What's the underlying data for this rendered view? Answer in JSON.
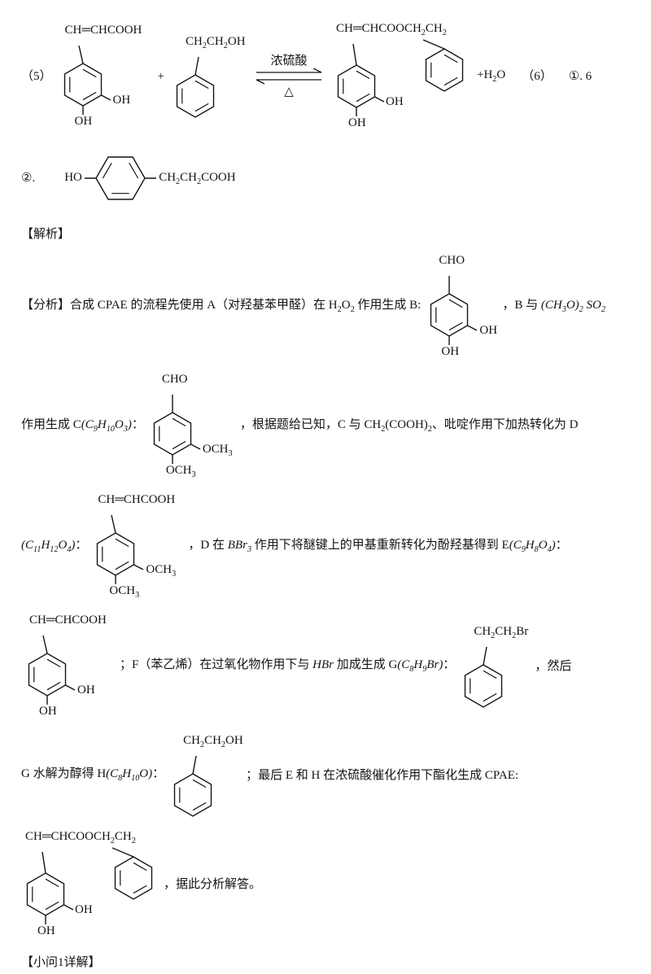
{
  "reaction": {
    "step_label": "（5）",
    "plus": "+",
    "catalyst": "浓硫酸",
    "delta": "△",
    "byproduct": "+H~2~O",
    "score_label": "（6）",
    "answer1": "①. 6",
    "answer2_label": "②."
  },
  "sections": {
    "jiexi": "【解析】",
    "xiaowen1": "【小问1详解】"
  },
  "analysis": {
    "p1a": "【分析】合成 CPAE 的流程先使用 A（对羟基苯甲醛）在 H~2~O~2~ 作用生成 B:",
    "p1b": "，B 与 *(CH~3~O)~2~ SO~2~*",
    "p2a": "作用生成 C*(C~9~H~10~O~3~)*：",
    "p2b": "，根据题给已知，C 与 CH~2~(COOH)~2~、吡啶作用下加热转化为 D",
    "p3a": "*(C~11~H~12~O~4~)*：",
    "p3b": "，D 在 *BBr~3~* 作用下将醚键上的甲基重新转化为酚羟基得到 E*(C~9~H~8~O~4~)*：",
    "p4a": "；F（苯乙烯）在过氧化物作用下与 *HBr* 加成生成 G*(C~8~H~9~Br)*：",
    "p4b": "，然后",
    "p5a": "G 水解为醇得 H*(C~8~H~10~O)*：",
    "p5b": "；最后 E 和 H 在浓硫酸催化作用下酯化生成 CPAE:",
    "p6b": "，据此分析解答。"
  },
  "structures": {
    "caffeic_acid": {
      "chain": "CH═CHCOOH",
      "oh_right": "OH",
      "oh_bottom": "OH"
    },
    "phenethyl_alcohol": {
      "chain": "CH~2~CH~2~OH"
    },
    "cpae_ester": {
      "chain": "CH═CHCOOCH~2~CH~2~",
      "oh_right": "OH",
      "oh_bottom": "OH"
    },
    "para_hydroxy_acid": {
      "left": "HO",
      "right": "CH~2~CH~2~COOH"
    },
    "dihydroxy_benzaldehyde": {
      "top": "CHO",
      "oh_right": "OH",
      "oh_bottom": "OH"
    },
    "dimethoxy_benzaldehyde": {
      "top": "CHO",
      "o_right": "OCH~3~",
      "o_bottom": "OCH~3~"
    },
    "dimethoxy_cinnamic_acid": {
      "chain": "CH═CHCOOH",
      "o_right": "OCH~3~",
      "o_bottom": "OCH~3~"
    },
    "phenethyl_bromide": {
      "chain": "CH~2~CH~2~Br"
    }
  }
}
